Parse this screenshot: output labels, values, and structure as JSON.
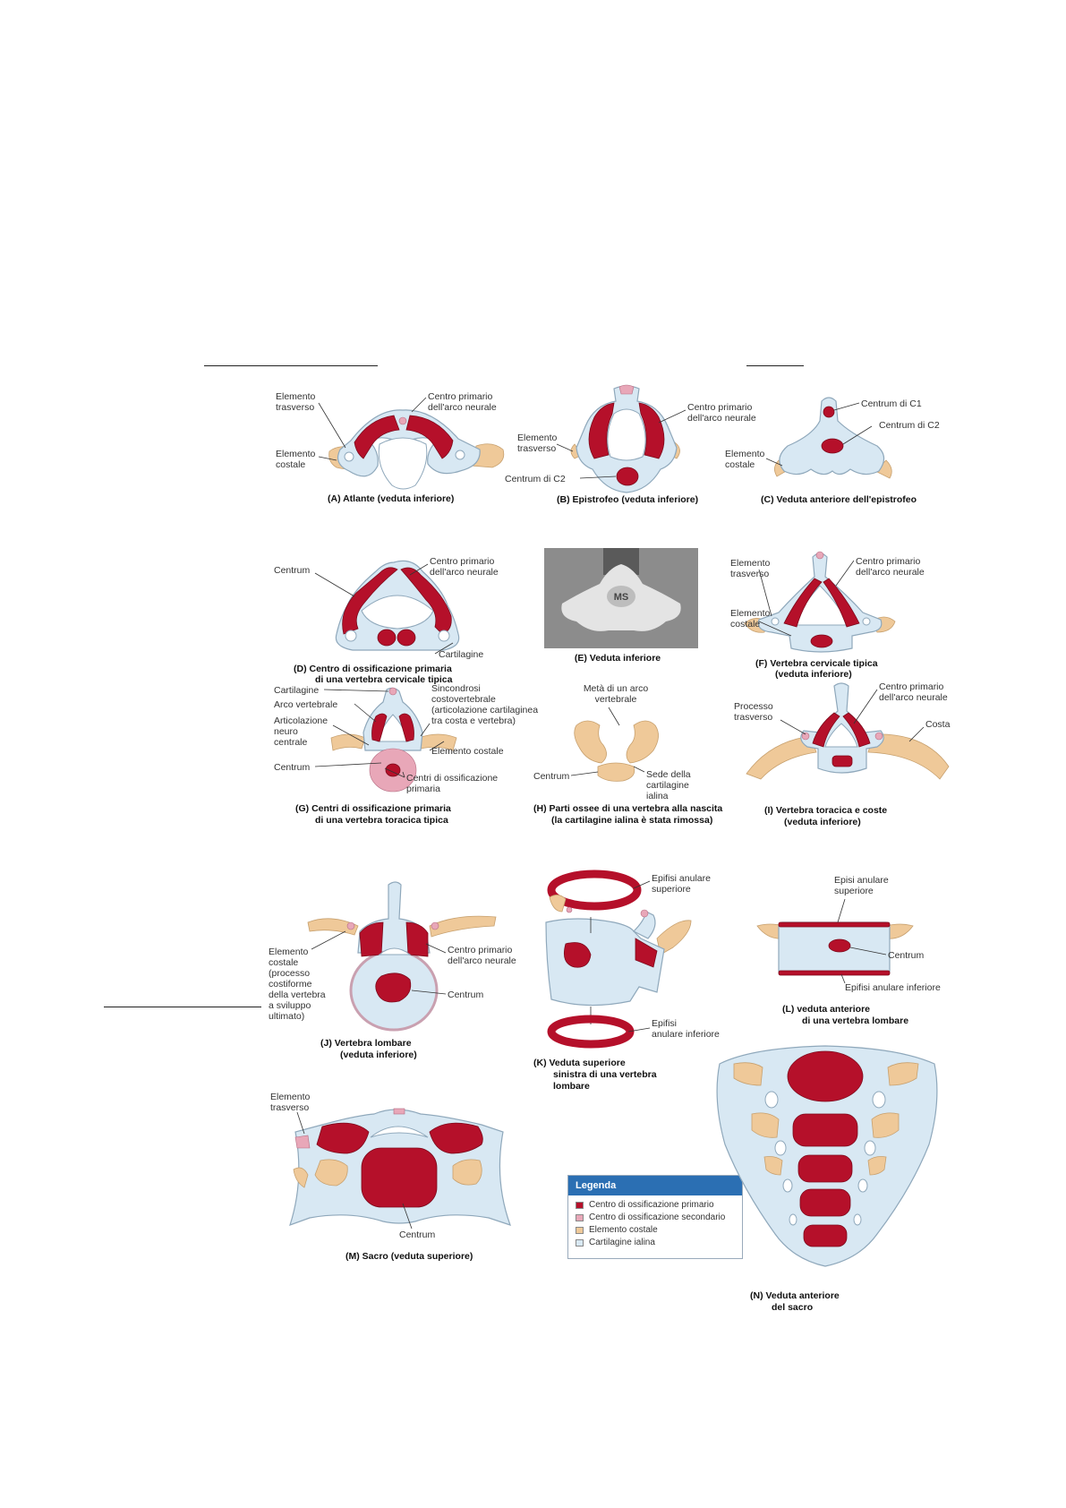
{
  "colors": {
    "primary_center": "#b5102a",
    "secondary_center": "#e8a7b8",
    "costal_element": "#efc999",
    "hyaline_cartilage": "#d8e8f3",
    "legend_header": "#2b6fb3"
  },
  "panelA": {
    "labels": [
      "Elemento",
      "trasverso",
      "Centro primario",
      "dell'arco neurale",
      "Elemento",
      "costale"
    ],
    "caption": "(A)  Atlante (veduta inferiore)"
  },
  "panelB": {
    "labels": [
      "Centro primario",
      "dell'arco neurale",
      "Elemento",
      "trasverso",
      "Centrum di C2"
    ],
    "caption": "(B)  Epistrofeo (veduta inferiore)"
  },
  "panelC": {
    "labels": [
      "Centrum di C1",
      "Centrum di C2",
      "Elemento",
      "costale"
    ],
    "caption": "(C)  Veduta anteriore dell'epistrofeo"
  },
  "panelD": {
    "labels": [
      "Centrum",
      "Centro primario",
      "dell'arco neurale",
      "Cartilagine"
    ],
    "caption": [
      "(D)  Centro di ossificazione primaria",
      "di una vertebra cervicale tipica"
    ]
  },
  "panelE": {
    "labels": [
      "MS"
    ],
    "caption": "(E)  Veduta inferiore"
  },
  "panelF": {
    "labels": [
      "Elemento",
      "trasverso",
      "Centro primario",
      "dell'arco neurale",
      "Elemento",
      "costale"
    ],
    "caption": [
      "(F)  Vertebra cervicale tipica",
      "(veduta inferiore)"
    ]
  },
  "panelG": {
    "labels": [
      "Cartilagine",
      "Arco vertebrale",
      "Articolazione",
      "neuro",
      "centrale",
      "Centrum",
      "Sincondrosi",
      "costovertebrale",
      "(articolazione cartilaginea",
      "tra costa e vertebra)",
      "Elemento costale",
      "Centri di ossificazione",
      "primaria"
    ],
    "caption": [
      "(G)  Centri di ossificazione primaria",
      "di una vertebra toracica tipica"
    ]
  },
  "panelH": {
    "labels": [
      "Metà di un arco",
      "vertebrale",
      "Centrum",
      "Sede della",
      "cartilagine",
      "ialina"
    ],
    "caption": [
      "(H)  Parti ossee di una vertebra alla nascita",
      "(la cartilagine ialina è stata rimossa)"
    ]
  },
  "panelI": {
    "labels": [
      "Processo",
      "trasverso",
      "Centro primario",
      "dell'arco neurale",
      "Costa"
    ],
    "caption": [
      "(I)  Vertebra toracica e coste",
      "(veduta inferiore)"
    ]
  },
  "panelJ": {
    "labels": [
      "Elemento",
      "costale",
      "(processo",
      "costiforme",
      "della vertebra",
      "a sviluppo",
      "ultimato)",
      "Centro primario",
      "dell'arco neurale",
      "Centrum"
    ],
    "caption": [
      "(J)  Vertebra lombare",
      "(veduta inferiore)"
    ]
  },
  "panelK": {
    "labels": [
      "Epifisi anulare",
      "superiore",
      "Epifisi",
      "anulare inferiore"
    ],
    "caption": [
      "(K)  Veduta superiore",
      "sinistra di una vertebra",
      "lombare"
    ]
  },
  "panelL": {
    "labels": [
      "Episi anulare",
      "superiore",
      "Centrum",
      "Epifisi anulare inferiore"
    ],
    "caption": [
      "(L)  veduta anteriore",
      "di una vertebra lombare"
    ]
  },
  "panelM": {
    "labels": [
      "Elemento",
      "trasverso",
      "Centrum"
    ],
    "caption": "(M)  Sacro (veduta superiore)"
  },
  "panelN": {
    "caption": [
      "(N)  Veduta anteriore",
      "del sacro"
    ]
  },
  "legend": {
    "title": "Legenda",
    "items": [
      {
        "label": "Centro di ossificazione primario",
        "color": "#b5102a"
      },
      {
        "label": "Centro di ossificazione secondario",
        "color": "#e8a7b8"
      },
      {
        "label": "Elemento costale",
        "color": "#efc999"
      },
      {
        "label": "Cartilagine ialina",
        "color": "#d8e8f3"
      }
    ]
  }
}
